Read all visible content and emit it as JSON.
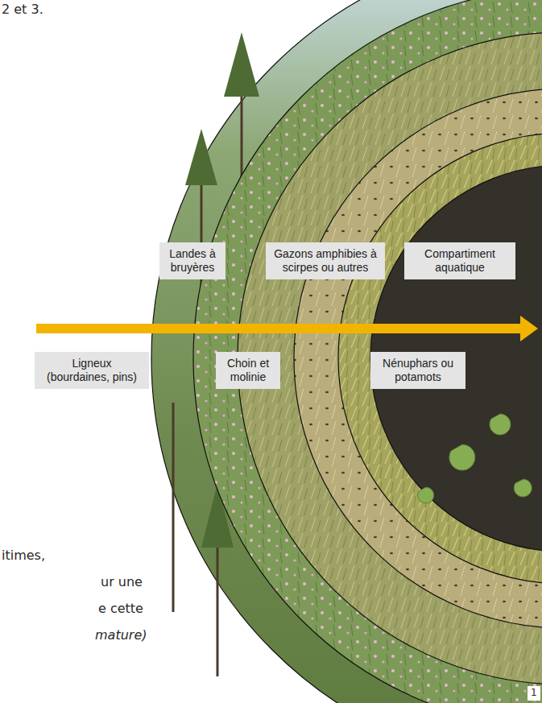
{
  "diagram": {
    "nodes": [
      {
        "text": [
          "Landes à bruyères"
        ]
      },
      {
        "text": [
          "Gazons amphibies à scirpes ou autres"
        ]
      },
      {
        "text": [
          "Compartiment aquatique"
        ]
      },
      {
        "text": [
          "Ligneux (bourdaines, pins)"
        ]
      },
      {
        "text": [
          "Choin et molinie"
        ]
      },
      {
        "text": [
          "Nénuphars ou potamots"
        ]
      }
    ],
    "labels": [
      "2 et 3.",
      "itimes,",
      "ur une",
      "e cette",
      "mature)",
      "1"
    ]
  }
}
